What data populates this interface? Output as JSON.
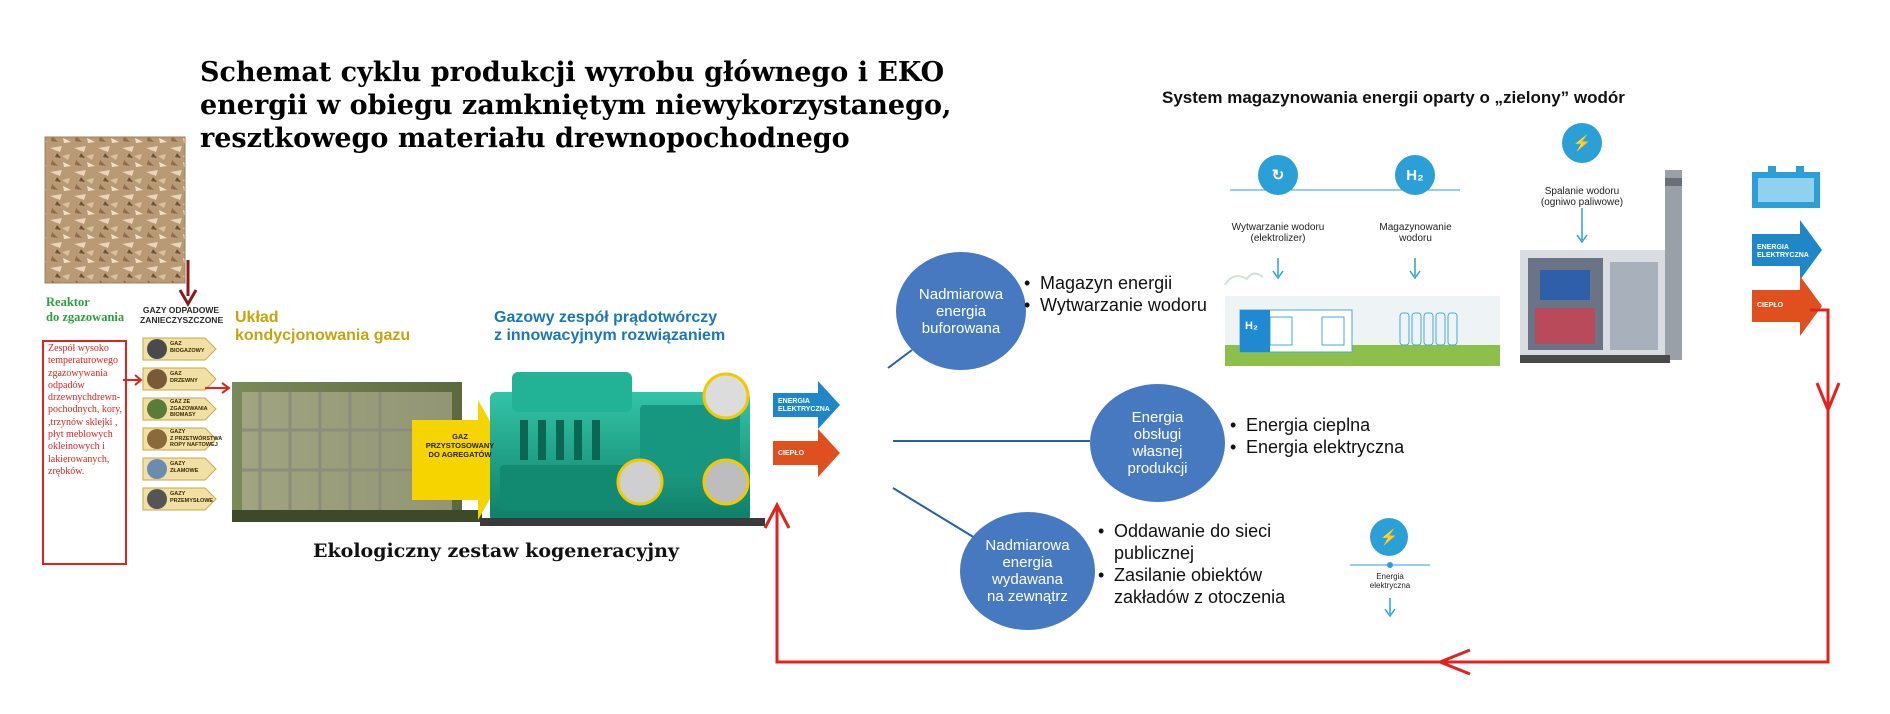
{
  "title_lines": [
    "Schemat cyklu produkcji wyrobu głównego i EKO",
    "energii w obiegu zamkniętym niewykorzystanego,",
    "resztkowego materiału drewnopochodnego"
  ],
  "hydrogen_title": "System magazynowania energii oparty o „zielony” wodór",
  "reactor_lines": [
    "Reaktor",
    "do zgazowania"
  ],
  "reactor_desc": "Zespół wysoko temperaturowego zgazowywania odpadów drzewnychdrewn-pochodnych, kory, ,trzynów sklejki , płyt meblowych okleinowych i lakierowanych, zrębków.",
  "waste": {
    "header_lines": [
      "GAZY ODPADOWE",
      "ZANIECZYSZCZONE"
    ],
    "items": [
      [
        "GAZ",
        "BIOGAZOWY"
      ],
      [
        "GAZ",
        "DRZEWNY"
      ],
      [
        "GAZ ZE",
        "ZGAZOWANIA",
        "BIOMASY"
      ],
      [
        "GAZY",
        "Z PRZETWÓRSTWA",
        "ROPY NAFTOWEJ"
      ],
      [
        "GAZY",
        "ZŁAMOWE"
      ],
      [
        "GAZY",
        "PRZEMYSŁOWE"
      ]
    ]
  },
  "gas_conditioning_lines": [
    "Układ",
    "kondycjonowania gazu"
  ],
  "generator_lines": [
    "Gazowy zespół prądotwórczy",
    "z innowacyjnym rozwiązaniem"
  ],
  "gas_adapted_lines": [
    "GAZ",
    "PRZYSTOSOWANY",
    "DO AGREGATÓW"
  ],
  "eco_caption": "Ekologiczny zestaw kogeneracyjny",
  "output_arrows": {
    "electric_lines": [
      "ENERGIA",
      "ELEKTRYCZNA"
    ],
    "heat": "CIEPŁO"
  },
  "circles": [
    {
      "lines": [
        "Nadmiarowa",
        "energia",
        "buforowana"
      ],
      "bullets": [
        "Magazyn energii",
        "Wytwarzanie wodoru"
      ]
    },
    {
      "lines": [
        "Energia",
        "obsługi",
        "własnej",
        "produkcji"
      ],
      "bullets": [
        "Energia cieplna",
        "Energia elektryczna"
      ]
    },
    {
      "lines": [
        "Nadmiarowa",
        "energia",
        "wydawana",
        "na zewnątrz"
      ],
      "bullets": [
        "Oddawanie do sieci publicznej",
        "Zasilanie obiektów zakładów z otoczenia"
      ]
    }
  ],
  "hydrogen": {
    "production_lines": [
      "Wytwarzanie wodoru",
      "(elektrolizer)"
    ],
    "storage_lines": [
      "Magazynowanie",
      "wodoru"
    ],
    "combustion_lines": [
      "Spalanie wodoru",
      "(ogniwo paliwowe)"
    ],
    "h2_label": "H₂",
    "h2_icon": "H₂",
    "energy_lines": [
      "Energia",
      "elektryczna"
    ]
  },
  "colors": {
    "circle_fill": "#4779c0",
    "loop_red": "#e0231f",
    "arrow_blue": "#1f86c8",
    "arrow_orange": "#e0501e",
    "generator_green": "#1aa58c",
    "gas_yellow": "#f5d400"
  }
}
